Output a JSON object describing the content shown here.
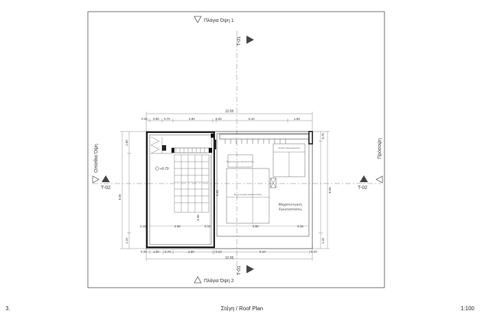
{
  "views": {
    "side_view_1": "Πλάγια Όψη 1",
    "side_view_2": "Πλάγια Όψη 2",
    "rear_view": "Οπίσθια Όψη",
    "front_view": "Πρόσοψη"
  },
  "sections": {
    "t01_top": "T-01",
    "t01_bottom": "T-01",
    "t02_left": "T-02",
    "t02_right": "T-02"
  },
  "dimensions": {
    "top_total": "12.05",
    "top_segments": [
      "0.25",
      "0.90",
      "0.70",
      "2.90",
      "0.25",
      "5.10",
      "1.50"
    ],
    "bottom_total": "12.05",
    "bottom_segments": [
      "0.25",
      "1.00",
      "0.70",
      "2.90",
      "0.10",
      "5.10",
      "0.20"
    ],
    "left_segments": [
      "1.60",
      "8.55",
      "1.15"
    ],
    "right_segments": [
      "0.75",
      "8.50",
      "1.15"
    ],
    "inner_width_left": "4.60",
    "inner_width_right": "5.80",
    "inner_side_left": "0.15",
    "inner_side_mid": "0.15",
    "inner_side_right": "0.15",
    "inner_height": "6.95",
    "inner_height_2": "6.35",
    "elevation": "+9.70"
  },
  "rooms": {
    "equipment_main": "Μηχανολογικές Εγκαταστάσεις",
    "equipment_small": "Μηχανολογικές Εγκαταστάσεις",
    "solar": "Ηλιακός Θερμοσίφωνας"
  },
  "footer": {
    "number": "3.",
    "title": "Στέγη / Roof Plan",
    "scale": "1:100"
  }
}
